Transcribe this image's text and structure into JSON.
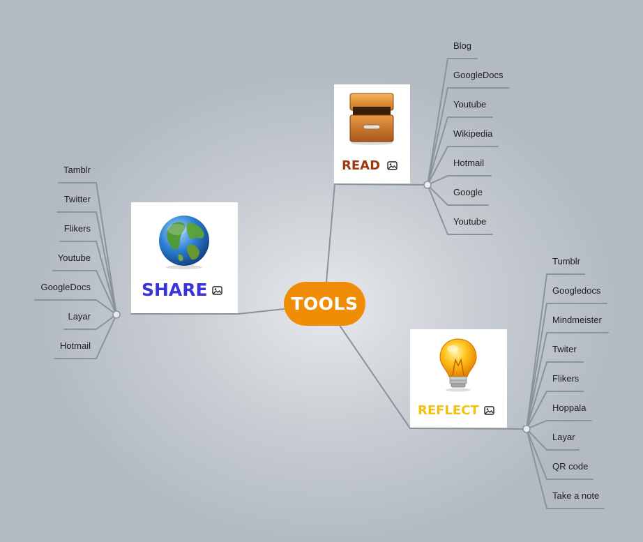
{
  "root": {
    "label": "TOOLS",
    "color": "#ef8d06"
  },
  "branches": {
    "read": {
      "label": "READ",
      "color": "#9c3b0e",
      "icon": "file-cabinet-icon",
      "children": [
        "Blog",
        "GoogleDocs",
        "Youtube",
        "Wikipedia",
        "Hotmail",
        "Google",
        "Youtube"
      ]
    },
    "share": {
      "label": "SHARE",
      "color": "#3b34d8",
      "icon": "globe-icon",
      "children": [
        "Tamblr",
        "Twitter",
        "Flikers",
        "Youtube",
        "GoogleDocs",
        "Layar",
        "Hotmail"
      ]
    },
    "reflect": {
      "label": "REFLECT",
      "color": "#f2c10d",
      "icon": "light-bulb-icon",
      "children": [
        "Tumblr",
        "Googledocs",
        "Mindmeister",
        "Twiter",
        "Flikers",
        "Hoppala",
        "Layar",
        "QR code",
        "Take a note"
      ]
    }
  },
  "image_badge_icon": "image-icon"
}
